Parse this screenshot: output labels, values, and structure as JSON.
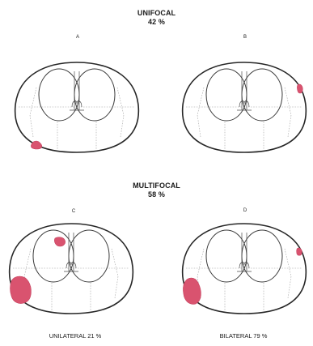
{
  "groups": {
    "unifocal": {
      "title": "UNIFOCAL",
      "percent": "42 %"
    },
    "multifocal": {
      "title": "MULTIFOCAL",
      "percent": "58 %"
    }
  },
  "panels": [
    {
      "label": "A"
    },
    {
      "label": "B"
    },
    {
      "label": "C"
    },
    {
      "label": "D"
    }
  ],
  "captions": {
    "unilateral": "UNILATERAL  21 %",
    "bilateral": "BILATERAL  79 %"
  },
  "colors": {
    "lesion": "#d9536f",
    "outline": "#262626",
    "guide": "#9a9a9a"
  }
}
